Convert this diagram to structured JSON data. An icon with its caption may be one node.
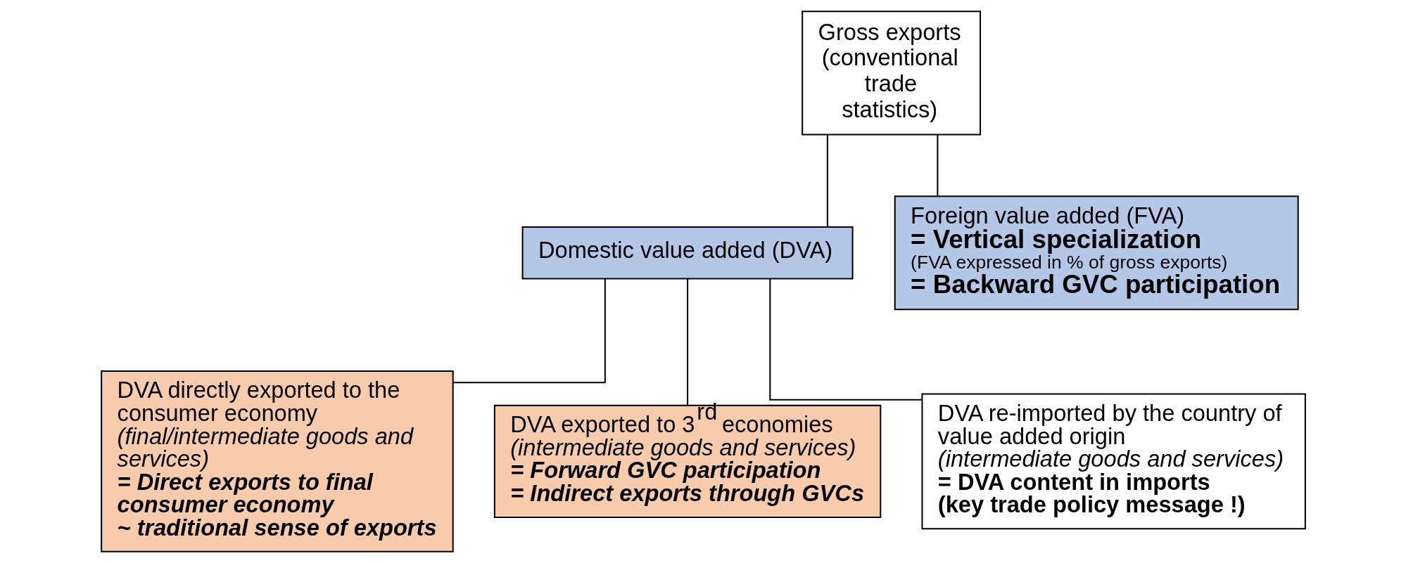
{
  "diagram": {
    "nodes": [
      {
        "text": [
          "Gross exports (conventional trade statistics)"
        ]
      },
      {
        "text": [
          "Domestic value added (DVA)"
        ]
      },
      {
        "text": [
          "Foreign value added (FVA)",
          "= Vertical specialization",
          "(FVA expressed in % of gross exports)",
          "= Backward GVC participation"
        ]
      },
      {
        "text": [
          "DVA directly exported to the consumer economy",
          "(final/intermediate goods and services)",
          "= Direct exports to final consumer economy",
          "~ traditional sense of exports"
        ]
      },
      {
        "text": [
          "DVA exported to 3$^{rd}$ economies",
          "(intermediate goods and services)",
          "= Forward GVC participation",
          "= Indirect exports through GVCs"
        ]
      },
      {
        "text": [
          "DVA re-imported by the country of value added origin",
          "(intermediate goods and services)",
          "= DVA content in imports",
          "(key trade policy message !)"
        ]
      }
    ],
    "edges": [
      {
        "from": 0,
        "to": 1,
        "arrow": "none"
      },
      {
        "from": 0,
        "to": 2,
        "arrow": "none"
      },
      {
        "from": 1,
        "to": 3,
        "arrow": "none"
      },
      {
        "from": 1,
        "to": 4,
        "arrow": "none"
      },
      {
        "from": 1,
        "to": 5,
        "arrow": "none"
      }
    ]
  }
}
